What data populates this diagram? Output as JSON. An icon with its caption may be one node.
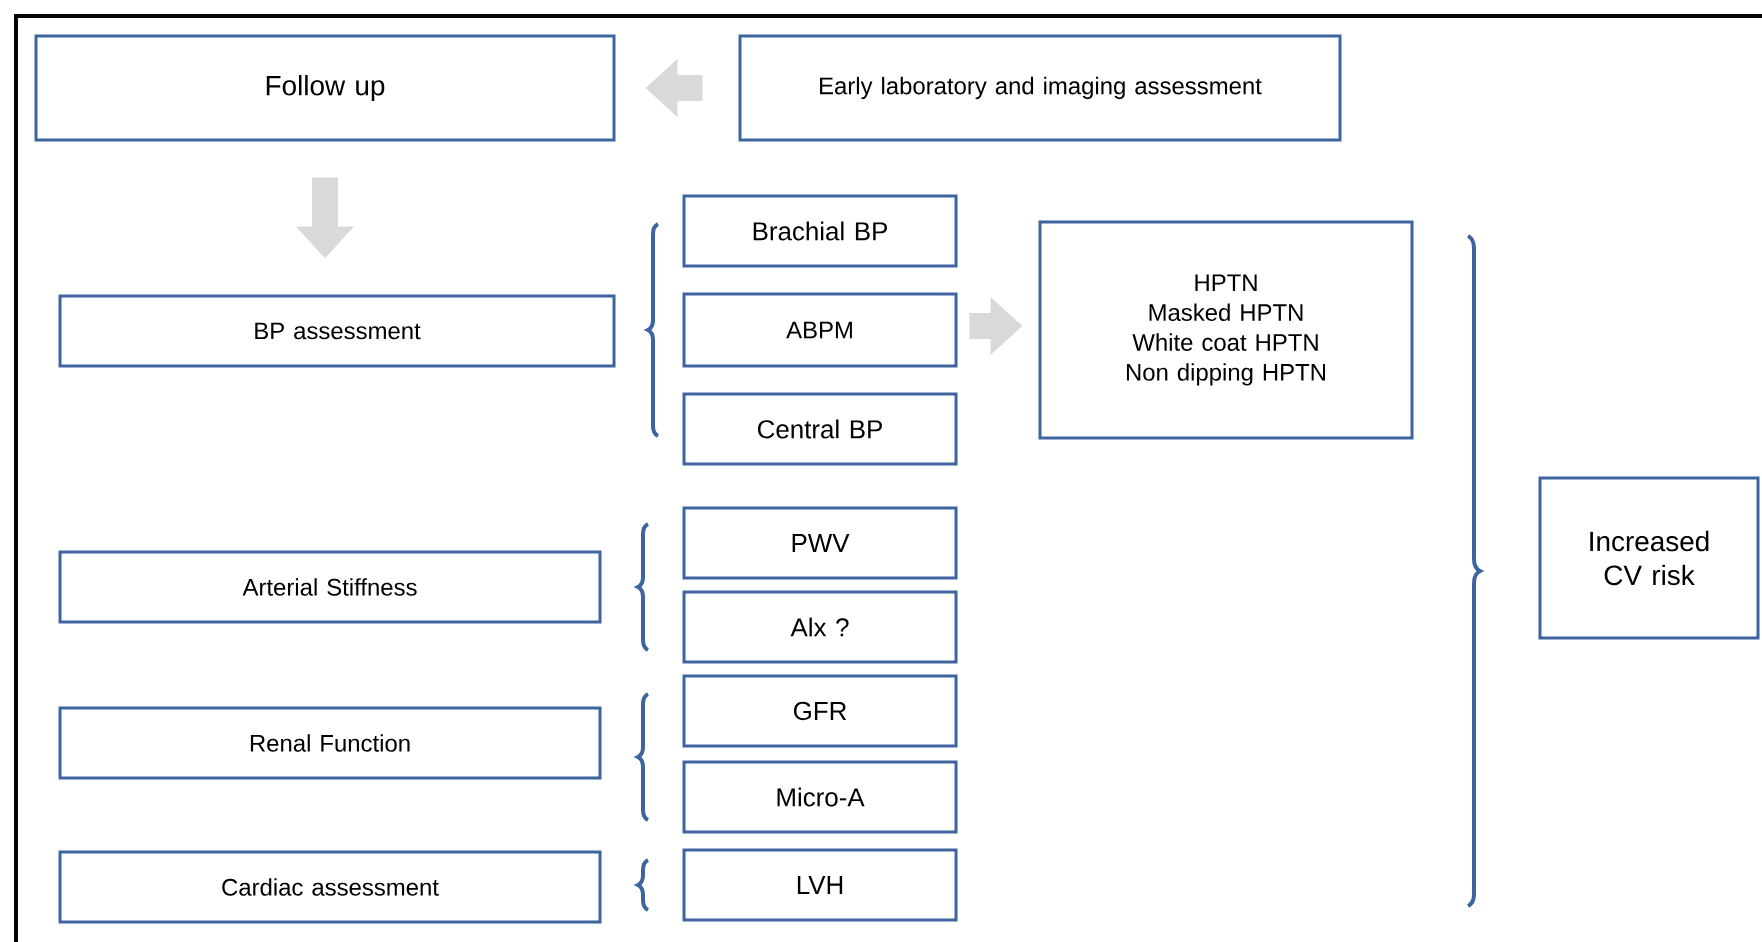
{
  "diagram": {
    "nodes": [
      {
        "text": [
          "Follow up"
        ]
      },
      {
        "text": [
          "Early laboratory and imaging assessment"
        ]
      },
      {
        "text": [
          "BP assessment"
        ]
      },
      {
        "text": [
          "Brachial  BP"
        ]
      },
      {
        "text": [
          "ABPM"
        ]
      },
      {
        "text": [
          "Central BP"
        ]
      },
      {
        "text": [
          "HPTN",
          "Masked HPTN",
          "White coat HPTN",
          "Non dipping HPTN"
        ]
      },
      {
        "text": [
          "Arterial Stiffness"
        ]
      },
      {
        "text": [
          "PWV"
        ]
      },
      {
        "text": [
          "Alx ?"
        ]
      },
      {
        "text": [
          "Renal Function"
        ]
      },
      {
        "text": [
          "GFR"
        ]
      },
      {
        "text": [
          "Micro-A"
        ]
      },
      {
        "text": [
          "Cardiac assessment"
        ]
      },
      {
        "text": [
          "LVH"
        ]
      },
      {
        "text": [
          "Increased CV risk"
        ]
      }
    ],
    "edges": [
      {
        "from": 1,
        "to": 0,
        "arrow": "to"
      },
      {
        "from": 0,
        "to": 2,
        "arrow": "to"
      },
      {
        "from": 4,
        "to": 6,
        "arrow": "to"
      }
    ]
  }
}
